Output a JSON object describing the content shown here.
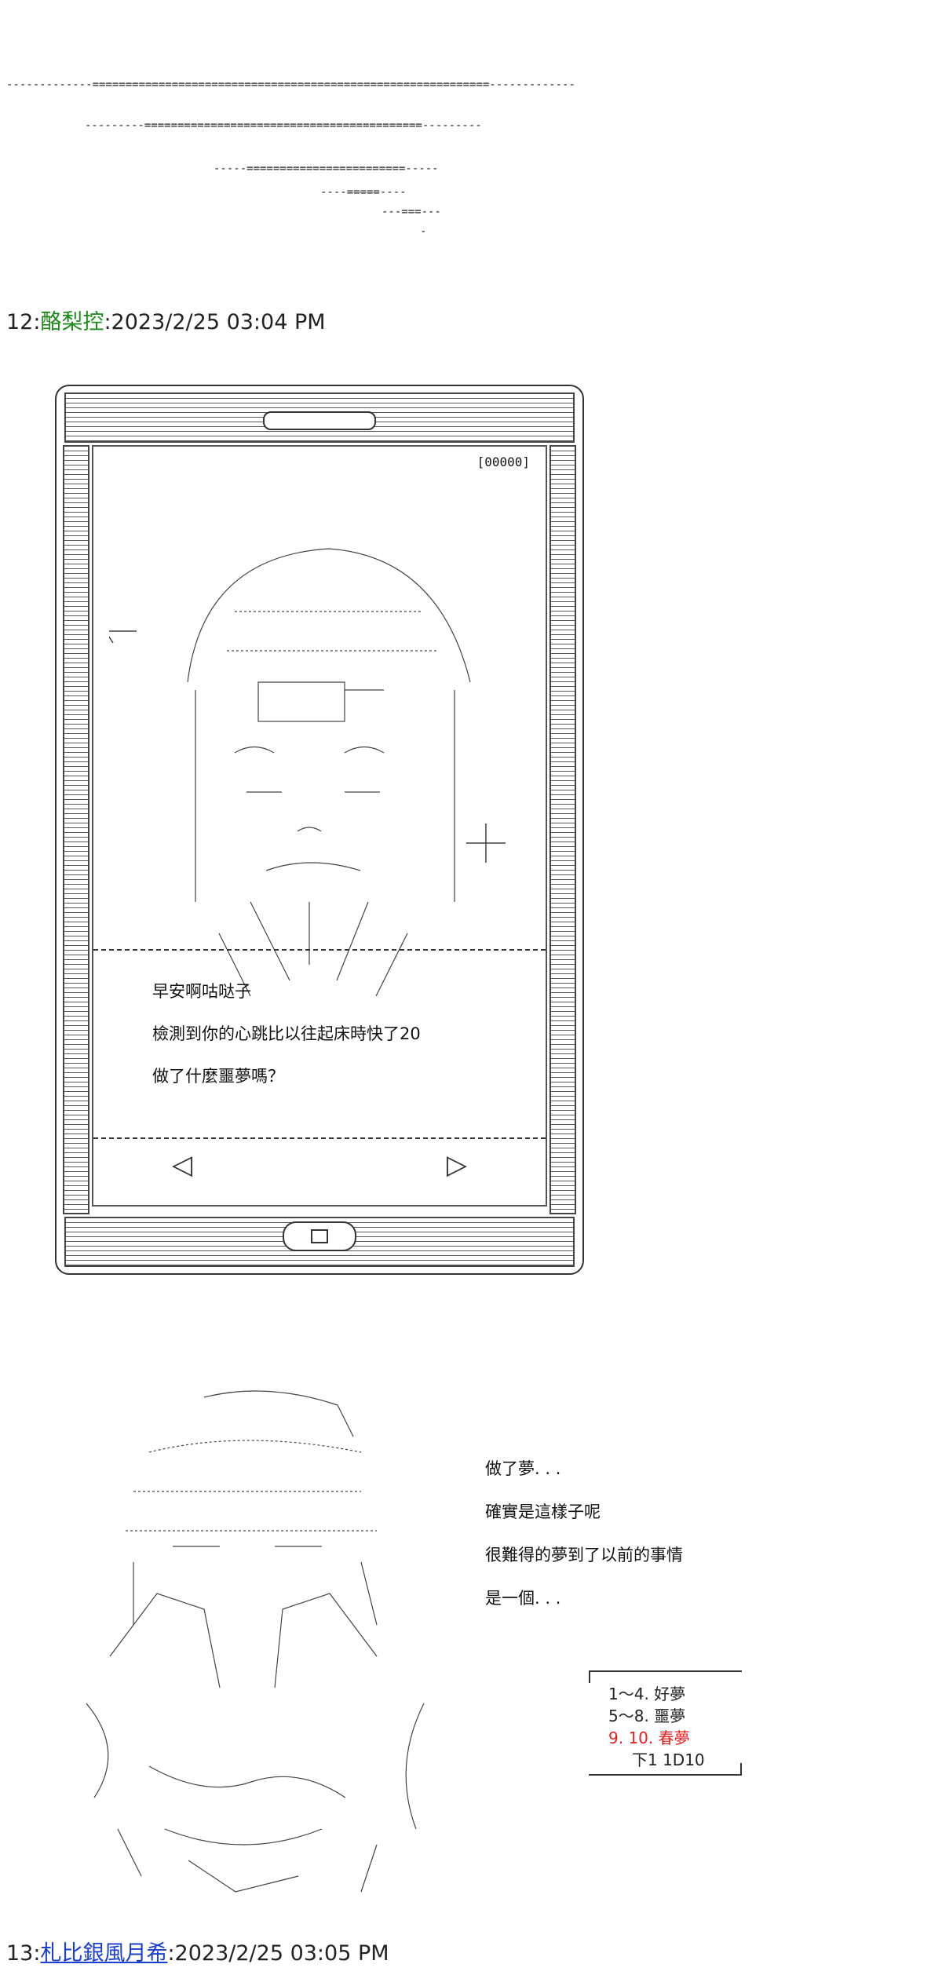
{
  "separator_lines": [
    "-------------============================================================-------------",
    "---------==========================================---------",
    "-----========================-----",
    "----=====----",
    "---===---",
    "-"
  ],
  "post12": {
    "number": "12:",
    "name": "酪梨控",
    "timestamp": ":2023/2/25 03:04 PM"
  },
  "phone": {
    "battery": "[00000]",
    "home_label": "(  口  )",
    "messages": [
      "早安啊咕哒子",
      "檢測到你的心跳比以往起床時快了20",
      "做了什麼噩夢嗎？"
    ],
    "prev_arrow": "◁",
    "next_arrow": "▷"
  },
  "dialog": [
    "做了夢. . .",
    "確實是這樣子呢",
    "很難得的夢到了以前的事情",
    "是一個. . ."
  ],
  "dice": {
    "rows": [
      {
        "text": "1～4. 好夢",
        "hit": false
      },
      {
        "text": "5～8. 噩夢",
        "hit": false
      },
      {
        "text": "9. 10. 春夢",
        "hit": true
      },
      {
        "text": "下1  1D10",
        "hit": false
      }
    ],
    "hit_color": "#e32020"
  },
  "post13": {
    "number": "13:",
    "name": "札比銀風月希",
    "timestamp": ":2023/2/25 03:05 PM"
  }
}
